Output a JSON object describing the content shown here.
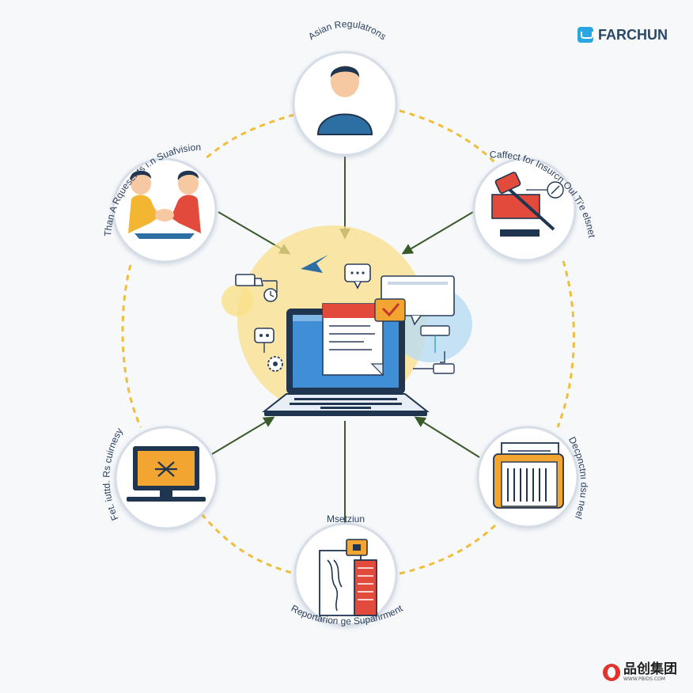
{
  "brand": {
    "name": "FARCHUN",
    "icon": "brand-icon"
  },
  "watermark": {
    "main": "品创集团",
    "sub": "WWW.PBIDS.COM"
  },
  "nodes": {
    "top": {
      "label": "Asian Regulatrons",
      "icon": "user-icon"
    },
    "upper_left": {
      "label": "Than A Rquesents ı.n Suafvision",
      "icon": "handshake-icon"
    },
    "upper_right": {
      "label": "Caffect for Insurcn Oul Ti'e elsnet",
      "icon": "gavel-icon"
    },
    "lower_left": {
      "label": "Fet. iuttd. Rs cuirnesy",
      "icon": "monitor-icon"
    },
    "lower_right": {
      "label": "Decpnctnı dsu neel",
      "icon": "document-icon"
    },
    "bottom": {
      "label_top": "Msetziun",
      "label_bottom": "Reportarion ge Suparirment",
      "icon": "server-icon"
    }
  },
  "center": {
    "icon": "laptop-icon"
  },
  "colors": {
    "accent": "#f0bd3c",
    "arrow": "#3a5a2a",
    "node_border": "#d6dde6",
    "ink": "#1f3550"
  }
}
